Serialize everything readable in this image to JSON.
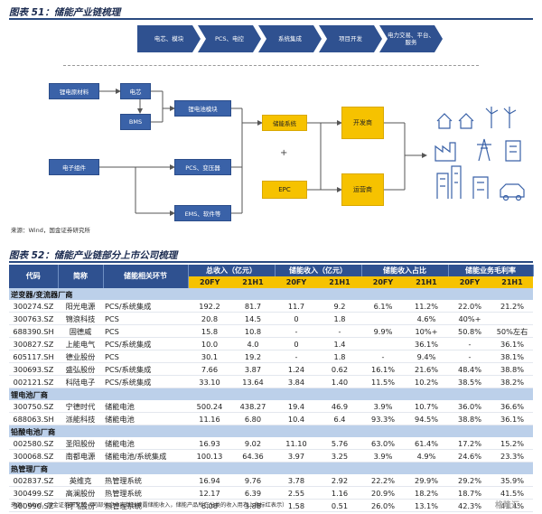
{
  "fig51": {
    "title": "图表 51：储能产业链梳理",
    "chevrons": [
      "电芯、模块",
      "PCS、电控",
      "系统集成",
      "项目开发",
      "电力交易、平台、服务"
    ],
    "boxes": {
      "battery_material": "锂电原材料",
      "cell": "电芯",
      "bms": "BMS",
      "battery_module": "锂电池模块",
      "electronic": "电子组件",
      "pcs": "PCS、变压器",
      "ems": "EMS、软件等",
      "storage_system": "储能系统",
      "epc": "EPC",
      "developer": "开发商",
      "operator": "运营商"
    },
    "plus": "+",
    "source": "来源：Wind，国金证券研究所"
  },
  "fig52": {
    "title": "图表 52：储能产业链部分上市公司梳理",
    "headers": {
      "code": "代码",
      "name": "简称",
      "segment": "储能相关环节",
      "revenue": "总收入（亿元）",
      "storage_rev": "储能收入（亿元）",
      "share": "储能收入占比",
      "margin": "储能业务毛利率"
    },
    "periods": [
      "20FY",
      "21H1",
      "20FY",
      "21H1",
      "20FY",
      "21H1",
      "20FY",
      "21H1"
    ],
    "sections": [
      {
        "title": "逆变器/变流器厂商",
        "rows": [
          [
            "300274.SZ",
            "阳光电源",
            "PCS/系统集成",
            "192.2",
            "81.7",
            "11.7",
            "9.2",
            "6.1%",
            "11.2%",
            "22.0%",
            "21.2%"
          ],
          [
            "300763.SZ",
            "锦浪科技",
            "PCS",
            "20.8",
            "14.5",
            "0",
            "1.8",
            "",
            "4.6%",
            "40%+",
            ""
          ],
          [
            "688390.SH",
            "固德威",
            "PCS",
            "15.8",
            "10.8",
            "-",
            "-",
            "9.9%",
            "10%+",
            "50.8%",
            "50%左右"
          ],
          [
            "300827.SZ",
            "上能电气",
            "PCS/系统集成",
            "10.0",
            "4.0",
            "0",
            "1.4",
            "",
            "36.1%",
            "-",
            "36.1%"
          ],
          [
            "605117.SH",
            "德业股份",
            "PCS",
            "30.1",
            "19.2",
            "-",
            "1.8",
            "-",
            "9.4%",
            "-",
            "38.1%"
          ],
          [
            "300693.SZ",
            "盛弘股份",
            "PCS/系统集成",
            "7.66",
            "3.87",
            "1.24",
            "0.62",
            "16.1%",
            "21.6%",
            "48.4%",
            "38.8%"
          ],
          [
            "002121.SZ",
            "科陆电子",
            "PCS/系统集成",
            "33.10",
            "13.64",
            "3.84",
            "1.40",
            "11.5%",
            "10.2%",
            "38.5%",
            "38.2%"
          ]
        ]
      },
      {
        "title": "锂电池厂商",
        "rows": [
          [
            "300750.SZ",
            "宁德时代",
            "储能电池",
            "500.24",
            "438.27",
            "19.4",
            "46.9",
            "3.9%",
            "10.7%",
            "36.0%",
            "36.6%"
          ],
          [
            "688063.SH",
            "派能科技",
            "储能电池",
            "11.16",
            "6.80",
            "10.4",
            "6.4",
            "93.3%",
            "94.5%",
            "38.8%",
            "36.1%"
          ]
        ]
      },
      {
        "title": "铅酸电池厂商",
        "rows": [
          [
            "002580.SZ",
            "圣阳股份",
            "储能电池",
            "16.93",
            "9.02",
            "11.10",
            "5.76",
            "63.0%",
            "61.4%",
            "17.2%",
            "15.2%"
          ],
          [
            "300068.SZ",
            "南都电源",
            "储能电池/系统集成",
            "100.13",
            "64.36",
            "3.97",
            "3.25",
            "3.9%",
            "4.9%",
            "24.6%",
            "23.3%"
          ]
        ]
      },
      {
        "title": "热管理厂商",
        "rows": [
          [
            "002837.SZ",
            "英维克",
            "热管理系统",
            "16.94",
            "9.76",
            "3.78",
            "2.92",
            "22.2%",
            "29.9%",
            "29.2%",
            "35.9%"
          ],
          [
            "300499.SZ",
            "高澜股份",
            "热管理系统",
            "12.17",
            "6.39",
            "2.55",
            "1.16",
            "20.9%",
            "18.2%",
            "18.7%",
            "41.5%"
          ],
          [
            "300990.SZ",
            "同飞股份",
            "热管理系统",
            "6.08",
            "3.88",
            "1.58",
            "0.51",
            "26.0%",
            "13.1%",
            "42.3%",
            "41.4%"
          ]
        ]
      }
    ],
    "source": "来源：Wind，国金证券研究所（同部分企业未单独披露储能收入，储能产品所在分类的收入用右上角标红表示）",
    "watermark": "格隆汇"
  }
}
